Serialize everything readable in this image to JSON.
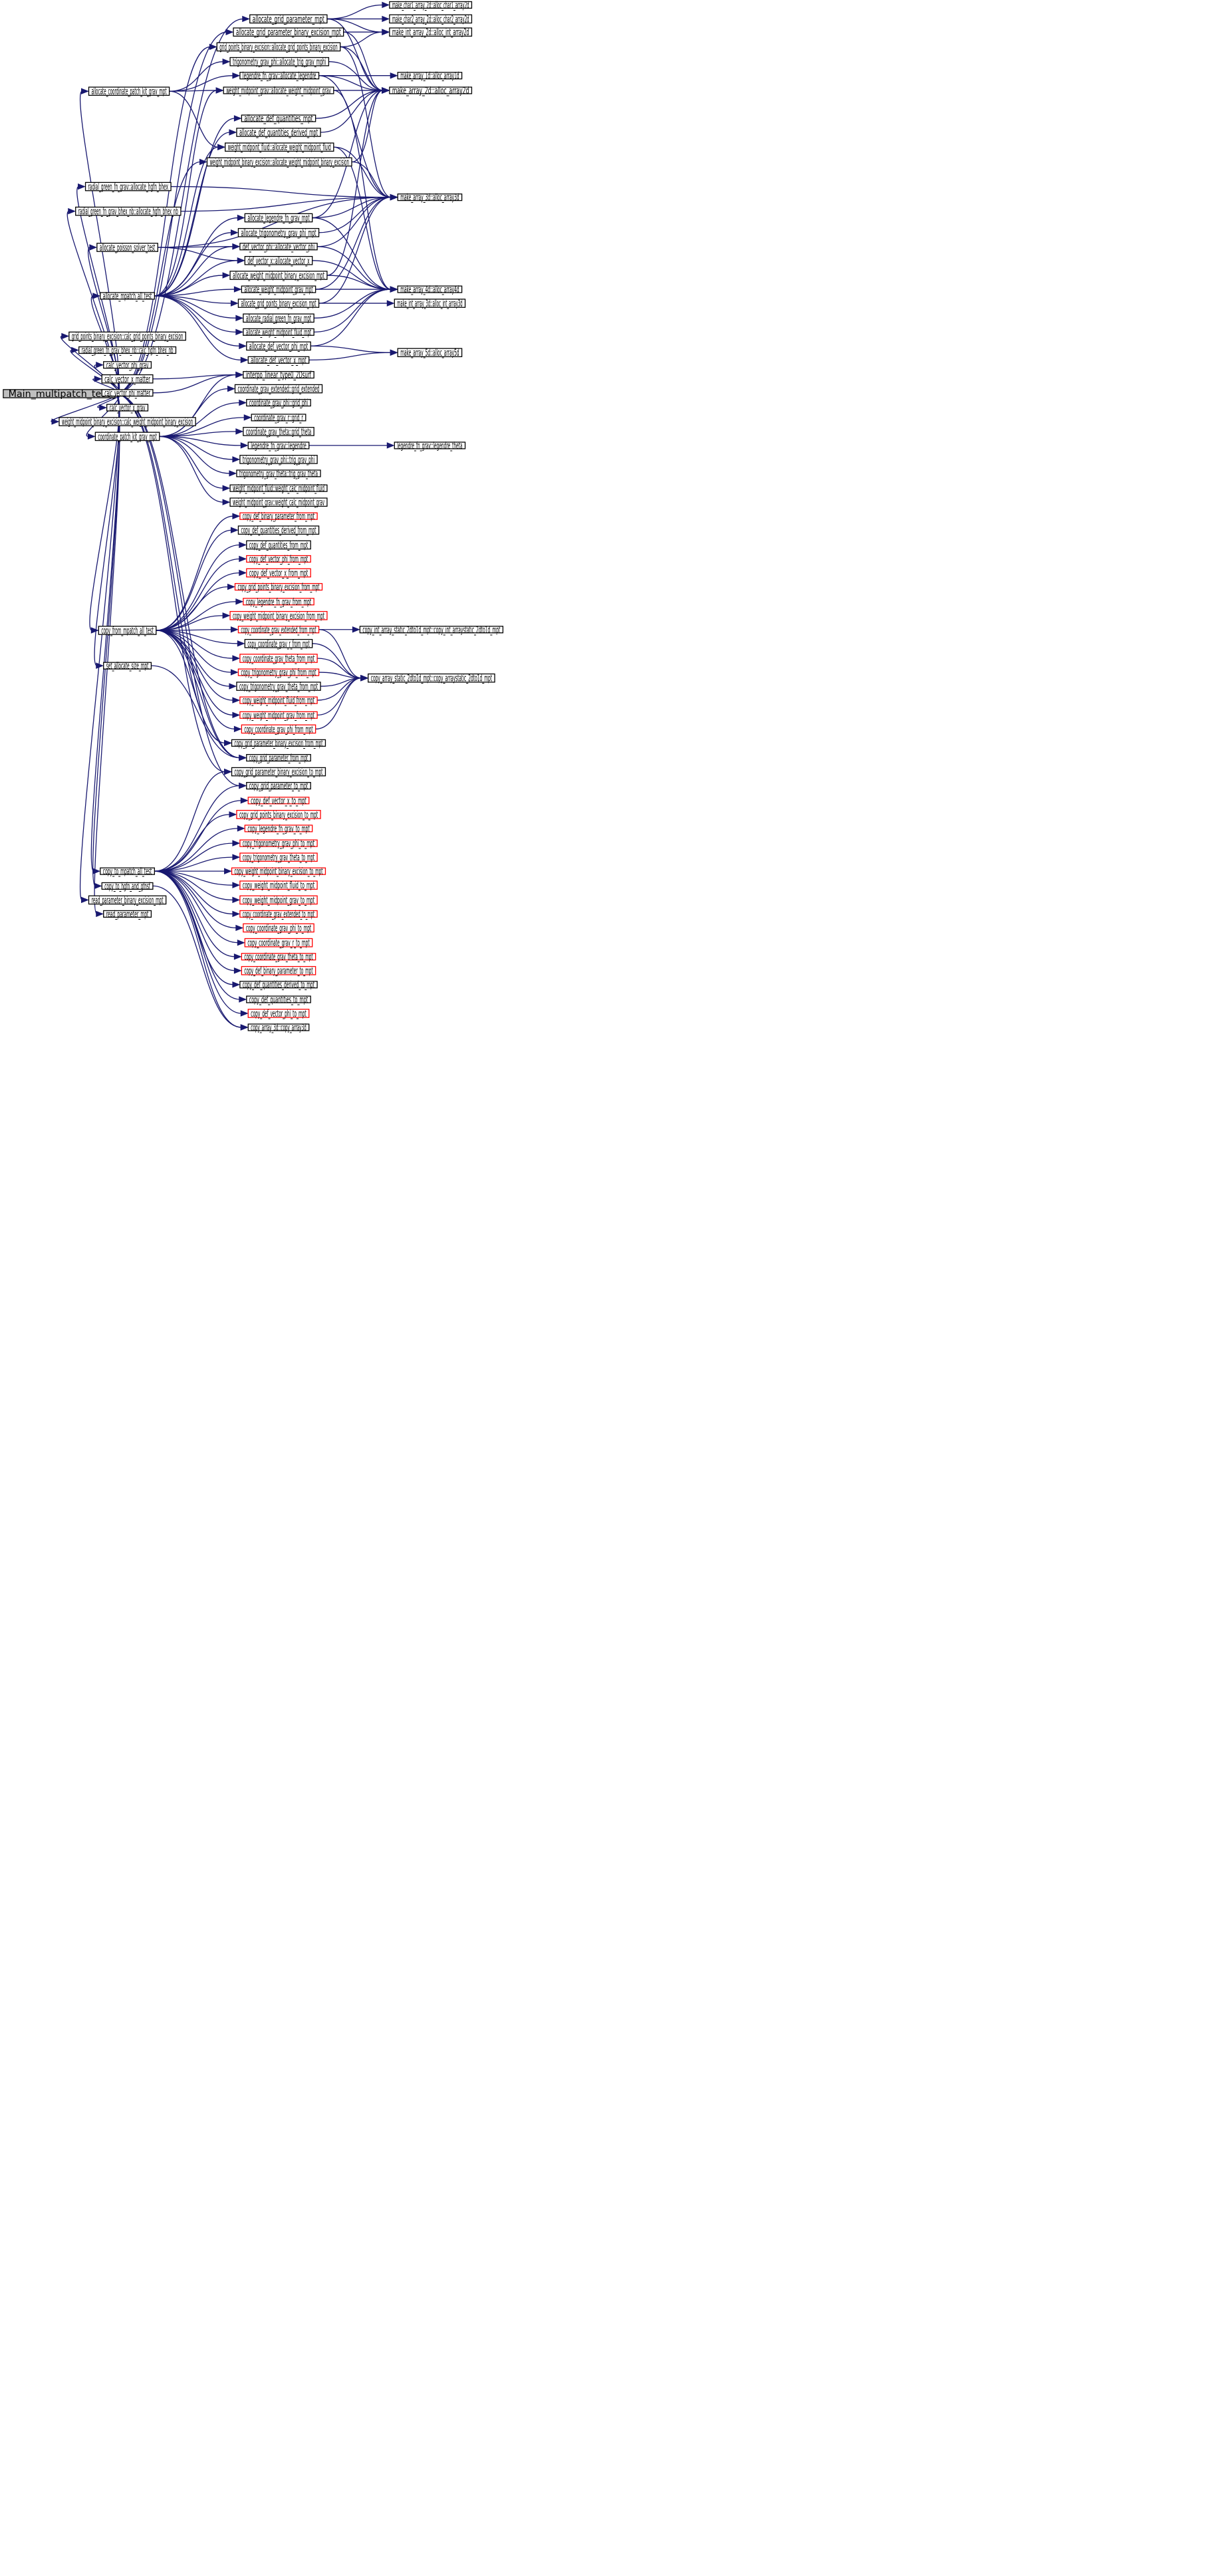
{
  "graph": {
    "title": "",
    "colors": {
      "edge": "#191970",
      "node_border": "#000000",
      "node_border_truncated": "#ff0000",
      "root_fill": "#bfbfbf",
      "node_fill": "#ffffff",
      "background": "#ffffff"
    },
    "root": "n0",
    "nodes": [
      {
        "id": "n0",
        "label": "Main_multipatch_test",
        "style": "root",
        "clickable": false
      },
      {
        "id": "n1",
        "label": "allocate_coordinate_patch_kit_grav_mpt"
      },
      {
        "id": "n2",
        "label": "allocate_grid_parameter_mpt"
      },
      {
        "id": "n3",
        "label": "make_char1_array_2d::alloc_char1_array2d"
      },
      {
        "id": "n4",
        "label": "make_char2_array_2d::alloc_char2_array2d"
      },
      {
        "id": "n5",
        "label": "make_int_array_2d::alloc_int_array2d"
      },
      {
        "id": "n6",
        "label": "make_array_2d::alloc_array2d"
      },
      {
        "id": "n7",
        "label": "allocate_grid_parameter_binary_excision_mpt"
      },
      {
        "id": "n8",
        "label": "grid_points_binary_excision::allocate_grid_points_binary_excision"
      },
      {
        "id": "n9",
        "label": "trigonometry_grav_phi::allocate_trig_grav_mphi"
      },
      {
        "id": "n10",
        "label": "legendre_fn_grav::allocate_legendre"
      },
      {
        "id": "n11",
        "label": "make_array_1d::alloc_array1d"
      },
      {
        "id": "n12",
        "label": "weight_midpoint_grav::allocate_weight_midpoint_grav"
      },
      {
        "id": "n13",
        "label": "allocate_def_quantities_mpt"
      },
      {
        "id": "n14",
        "label": "allocate_def_quantities_derived_mpt"
      },
      {
        "id": "n15",
        "label": "weight_midpoint_fluid::allocate_weight_midpoint_fluid"
      },
      {
        "id": "n16",
        "label": "weight_midpoint_binary_excision::allocate_weight_midpoint_binary_excision"
      },
      {
        "id": "n17",
        "label": "radial_green_fn_grav::allocate_hgfn_bhex"
      },
      {
        "id": "n18",
        "label": "make_array_3d::alloc_array3d"
      },
      {
        "id": "n19",
        "label": "radial_green_fn_grav_bhex_nb::allocate_hgfn_bhex_nb"
      },
      {
        "id": "n20",
        "label": "allocate_legendre_fn_grav_mpt"
      },
      {
        "id": "n21",
        "label": "allocate_trigonometry_grav_phi_mpt"
      },
      {
        "id": "n22",
        "label": "allocate_poisson_solver_test"
      },
      {
        "id": "n23",
        "label": "def_vector_phi::allocate_vector_phi"
      },
      {
        "id": "n24",
        "label": "def_vector_x::allocate_vector_x"
      },
      {
        "id": "n25",
        "label": "allocate_weight_midpoint_binary_excision_mpt"
      },
      {
        "id": "n26",
        "label": "allocate_mpatch_all_test"
      },
      {
        "id": "n27",
        "label": "allocate_weight_midpoint_grav_mpt"
      },
      {
        "id": "n28",
        "label": "make_array_4d::alloc_array4d"
      },
      {
        "id": "n29",
        "label": "allocate_grid_points_binary_excision_mpt"
      },
      {
        "id": "n30",
        "label": "make_int_array_3d::alloc_int_array3d"
      },
      {
        "id": "n31",
        "label": "allocate_radial_green_fn_grav_mpt"
      },
      {
        "id": "n32",
        "label": "allocate_weight_midpoint_fluid_mpt"
      },
      {
        "id": "n33",
        "label": "grid_points_binary_excision::calc_grid_points_binary_excision"
      },
      {
        "id": "n34",
        "label": "allocate_def_vector_phi_mpt"
      },
      {
        "id": "n35",
        "label": "radial_green_fn_grav_bhex_nb::calc_hgfn_bhex_nb"
      },
      {
        "id": "n36",
        "label": "make_array_5d::alloc_array5d"
      },
      {
        "id": "n37",
        "label": "allocate_def_vector_x_mpt"
      },
      {
        "id": "n38",
        "label": "calc_vector_phi_grav"
      },
      {
        "id": "n39",
        "label": "calc_vector_x_matter"
      },
      {
        "id": "n40",
        "label": "interpo_linear_type0_2Dsurf"
      },
      {
        "id": "n41",
        "label": "calc_vector_phi_matter"
      },
      {
        "id": "n42",
        "label": "coordinate_grav_extended::grid_extended"
      },
      {
        "id": "n43",
        "label": "calc_vector_x_grav"
      },
      {
        "id": "n44",
        "label": "coordinate_grav_phi::grid_phi"
      },
      {
        "id": "n45",
        "label": "weight_midpoint_binary_excision::calc_weight_midpoint_binary_excision"
      },
      {
        "id": "n46",
        "label": "coordinate_grav_r::grid_r"
      },
      {
        "id": "n47",
        "label": "coordinate_patch_kit_grav_mpt"
      },
      {
        "id": "n48",
        "label": "coordinate_grav_theta::grid_theta"
      },
      {
        "id": "n49",
        "label": "legendre_fn_grav::legendre"
      },
      {
        "id": "n50",
        "label": "legendre_fn_grav::legendre_theta"
      },
      {
        "id": "n51",
        "label": "trigonometry_grav_phi::trig_grav_phi"
      },
      {
        "id": "n52",
        "label": "trigonometry_grav_theta::trig_grav_theta"
      },
      {
        "id": "n53",
        "label": "weight_midpoint_fluid::weight_calc_midpoint_fluid"
      },
      {
        "id": "n54",
        "label": "weight_midpoint_grav::weight_calc_midpoint_grav"
      },
      {
        "id": "n55",
        "label": "copy_def_binary_parameter_from_mpt",
        "style": "red"
      },
      {
        "id": "n56",
        "label": "copy_def_quantities_derived_from_mpt"
      },
      {
        "id": "n57",
        "label": "copy_def_quantities_from_mpt"
      },
      {
        "id": "n58",
        "label": "copy_def_vector_phi_from_mpt",
        "style": "red"
      },
      {
        "id": "n59",
        "label": "copy_def_vector_x_from_mpt",
        "style": "red"
      },
      {
        "id": "n60",
        "label": "copy_grid_points_binary_excision_from_mpt",
        "style": "red"
      },
      {
        "id": "n61",
        "label": "copy_legendre_fn_grav_from_mpt",
        "style": "red"
      },
      {
        "id": "n62",
        "label": "copy_weight_midpoint_binary_excision_from_mpt",
        "style": "red"
      },
      {
        "id": "n63",
        "label": "copy_from_mpatch_all_test"
      },
      {
        "id": "n64",
        "label": "copy_coordinate_grav_extended_from_mpt",
        "style": "red"
      },
      {
        "id": "n65",
        "label": "copy_int_array_static_2dto1d_mpt::copy_int_arraystatic_2dto1d_mpt"
      },
      {
        "id": "n66",
        "label": "copy_coordinate_grav_r_from_mpt"
      },
      {
        "id": "n67",
        "label": "copy_coordinate_grav_theta_from_mpt",
        "style": "red"
      },
      {
        "id": "n68",
        "label": "set_allocate_size_mpt"
      },
      {
        "id": "n69",
        "label": "copy_trigonometry_grav_phi_from_mpt",
        "style": "red"
      },
      {
        "id": "n70",
        "label": "copy_array_static_2dto1d_mpt::copy_arraystatic_2dto1d_mpt"
      },
      {
        "id": "n71",
        "label": "copy_trigonometry_grav_theta_from_mpt"
      },
      {
        "id": "n72",
        "label": "copy_weight_midpoint_fluid_from_mpt",
        "style": "red"
      },
      {
        "id": "n73",
        "label": "copy_weight_midpoint_grav_from_mpt",
        "style": "red"
      },
      {
        "id": "n74",
        "label": "copy_coordinate_grav_phi_from_mpt",
        "style": "red"
      },
      {
        "id": "n75",
        "label": "copy_grid_parameter_binary_excision_from_mpt"
      },
      {
        "id": "n76",
        "label": "copy_grid_parameter_from_mpt"
      },
      {
        "id": "n77",
        "label": "copy_grid_parameter_binary_excision_to_mpt"
      },
      {
        "id": "n78",
        "label": "copy_grid_parameter_to_mpt"
      },
      {
        "id": "n79",
        "label": "copy_def_vector_x_to_mpt",
        "style": "red"
      },
      {
        "id": "n80",
        "label": "copy_grid_points_binary_excision_to_mpt",
        "style": "red"
      },
      {
        "id": "n81",
        "label": "copy_legendre_fn_grav_to_mpt",
        "style": "red"
      },
      {
        "id": "n82",
        "label": "copy_trigonometry_grav_phi_to_mpt",
        "style": "red"
      },
      {
        "id": "n83",
        "label": "copy_trigonometry_grav_theta_to_mpt",
        "style": "red"
      },
      {
        "id": "n84",
        "label": "copy_to_mpatch_all_test"
      },
      {
        "id": "n85",
        "label": "copy_weight_midpoint_binary_excision_to_mpt",
        "style": "red"
      },
      {
        "id": "n86",
        "label": "copy_to_hgfn_and_gfnsf"
      },
      {
        "id": "n87",
        "label": "copy_weight_midpoint_fluid_to_mpt",
        "style": "red"
      },
      {
        "id": "n88",
        "label": "read_parameter_binary_excision_mpt"
      },
      {
        "id": "n89",
        "label": "copy_weight_midpoint_grav_to_mpt",
        "style": "red"
      },
      {
        "id": "n90",
        "label": "read_parameter_mpt"
      },
      {
        "id": "n91",
        "label": "copy_coordinate_grav_extended_to_mpt",
        "style": "red"
      },
      {
        "id": "n92",
        "label": "copy_coordinate_grav_phi_to_mpt",
        "style": "red"
      },
      {
        "id": "n93",
        "label": "copy_coordinate_grav_r_to_mpt",
        "style": "red"
      },
      {
        "id": "n94",
        "label": "copy_coordinate_grav_theta_to_mpt",
        "style": "red"
      },
      {
        "id": "n95",
        "label": "copy_def_binary_parameter_to_mpt",
        "style": "red"
      },
      {
        "id": "n96",
        "label": "copy_def_quantities_derived_to_mpt"
      },
      {
        "id": "n97",
        "label": "copy_def_quantities_to_mpt"
      },
      {
        "id": "n98",
        "label": "copy_def_vector_phi_to_mpt",
        "style": "red"
      },
      {
        "id": "n99",
        "label": "copy_array_3d::copy_array3d"
      }
    ],
    "edges": [
      [
        "n0",
        "n1"
      ],
      [
        "n0",
        "n2"
      ],
      [
        "n0",
        "n7"
      ],
      [
        "n0",
        "n8"
      ],
      [
        "n0",
        "n16"
      ],
      [
        "n0",
        "n17"
      ],
      [
        "n0",
        "n19"
      ],
      [
        "n0",
        "n22"
      ],
      [
        "n0",
        "n26"
      ],
      [
        "n0",
        "n33"
      ],
      [
        "n0",
        "n35"
      ],
      [
        "n0",
        "n38"
      ],
      [
        "n0",
        "n39"
      ],
      [
        "n0",
        "n41"
      ],
      [
        "n0",
        "n43"
      ],
      [
        "n0",
        "n45"
      ],
      [
        "n0",
        "n47"
      ],
      [
        "n0",
        "n63"
      ],
      [
        "n0",
        "n68"
      ],
      [
        "n0",
        "n84"
      ],
      [
        "n0",
        "n86"
      ],
      [
        "n0",
        "n88"
      ],
      [
        "n0",
        "n90"
      ],
      [
        "n0",
        "n76"
      ],
      [
        "n0",
        "n75"
      ],
      [
        "n0",
        "n77"
      ],
      [
        "n0",
        "n78"
      ],
      [
        "n1",
        "n9"
      ],
      [
        "n1",
        "n10"
      ],
      [
        "n1",
        "n12"
      ],
      [
        "n1",
        "n15"
      ],
      [
        "n2",
        "n3"
      ],
      [
        "n2",
        "n4"
      ],
      [
        "n2",
        "n5"
      ],
      [
        "n2",
        "n6"
      ],
      [
        "n7",
        "n5"
      ],
      [
        "n7",
        "n6"
      ],
      [
        "n8",
        "n5"
      ],
      [
        "n8",
        "n6"
      ],
      [
        "n8",
        "n18"
      ],
      [
        "n9",
        "n6"
      ],
      [
        "n10",
        "n11"
      ],
      [
        "n10",
        "n6"
      ],
      [
        "n10",
        "n18"
      ],
      [
        "n12",
        "n6"
      ],
      [
        "n12",
        "n28"
      ],
      [
        "n13",
        "n6"
      ],
      [
        "n14",
        "n6"
      ],
      [
        "n15",
        "n18"
      ],
      [
        "n15",
        "n28"
      ],
      [
        "n16",
        "n6"
      ],
      [
        "n16",
        "n18"
      ],
      [
        "n17",
        "n18"
      ],
      [
        "n19",
        "n18"
      ],
      [
        "n20",
        "n6"
      ],
      [
        "n20",
        "n18"
      ],
      [
        "n20",
        "n28"
      ],
      [
        "n21",
        "n18"
      ],
      [
        "n22",
        "n23"
      ],
      [
        "n22",
        "n24"
      ],
      [
        "n22",
        "n18"
      ],
      [
        "n23",
        "n28"
      ],
      [
        "n23",
        "n18"
      ],
      [
        "n24",
        "n28"
      ],
      [
        "n25",
        "n6"
      ],
      [
        "n25",
        "n28"
      ],
      [
        "n26",
        "n12"
      ],
      [
        "n26",
        "n13"
      ],
      [
        "n26",
        "n14"
      ],
      [
        "n26",
        "n15"
      ],
      [
        "n26",
        "n20"
      ],
      [
        "n26",
        "n21"
      ],
      [
        "n26",
        "n23"
      ],
      [
        "n26",
        "n24"
      ],
      [
        "n26",
        "n25"
      ],
      [
        "n26",
        "n27"
      ],
      [
        "n26",
        "n29"
      ],
      [
        "n26",
        "n31"
      ],
      [
        "n26",
        "n32"
      ],
      [
        "n26",
        "n34"
      ],
      [
        "n26",
        "n37"
      ],
      [
        "n27",
        "n28"
      ],
      [
        "n27",
        "n18"
      ],
      [
        "n29",
        "n30"
      ],
      [
        "n29",
        "n18"
      ],
      [
        "n31",
        "n28"
      ],
      [
        "n32",
        "n28"
      ],
      [
        "n34",
        "n28"
      ],
      [
        "n34",
        "n36"
      ],
      [
        "n37",
        "n36"
      ],
      [
        "n39",
        "n40"
      ],
      [
        "n41",
        "n40"
      ],
      [
        "n47",
        "n42"
      ],
      [
        "n47",
        "n44"
      ],
      [
        "n47",
        "n46"
      ],
      [
        "n47",
        "n48"
      ],
      [
        "n47",
        "n49"
      ],
      [
        "n47",
        "n51"
      ],
      [
        "n47",
        "n52"
      ],
      [
        "n47",
        "n53"
      ],
      [
        "n47",
        "n54"
      ],
      [
        "n47",
        "n40"
      ],
      [
        "n49",
        "n50"
      ],
      [
        "n63",
        "n55"
      ],
      [
        "n63",
        "n56"
      ],
      [
        "n63",
        "n57"
      ],
      [
        "n63",
        "n58"
      ],
      [
        "n63",
        "n59"
      ],
      [
        "n63",
        "n60"
      ],
      [
        "n63",
        "n61"
      ],
      [
        "n63",
        "n62"
      ],
      [
        "n63",
        "n64"
      ],
      [
        "n63",
        "n66"
      ],
      [
        "n63",
        "n67"
      ],
      [
        "n63",
        "n69"
      ],
      [
        "n63",
        "n71"
      ],
      [
        "n63",
        "n72"
      ],
      [
        "n63",
        "n73"
      ],
      [
        "n63",
        "n74"
      ],
      [
        "n63",
        "n75"
      ],
      [
        "n63",
        "n76"
      ],
      [
        "n64",
        "n65"
      ],
      [
        "n64",
        "n70"
      ],
      [
        "n66",
        "n70"
      ],
      [
        "n67",
        "n70"
      ],
      [
        "n69",
        "n70"
      ],
      [
        "n71",
        "n70"
      ],
      [
        "n72",
        "n70"
      ],
      [
        "n73",
        "n70"
      ],
      [
        "n74",
        "n70"
      ],
      [
        "n68",
        "n76"
      ],
      [
        "n84",
        "n77"
      ],
      [
        "n84",
        "n78"
      ],
      [
        "n84",
        "n79"
      ],
      [
        "n84",
        "n80"
      ],
      [
        "n84",
        "n81"
      ],
      [
        "n84",
        "n82"
      ],
      [
        "n84",
        "n83"
      ],
      [
        "n84",
        "n85"
      ],
      [
        "n84",
        "n87"
      ],
      [
        "n84",
        "n89"
      ],
      [
        "n84",
        "n91"
      ],
      [
        "n84",
        "n92"
      ],
      [
        "n84",
        "n93"
      ],
      [
        "n84",
        "n94"
      ],
      [
        "n84",
        "n95"
      ],
      [
        "n84",
        "n96"
      ],
      [
        "n84",
        "n97"
      ],
      [
        "n84",
        "n98"
      ],
      [
        "n84",
        "n99"
      ],
      [
        "n86",
        "n99"
      ]
    ]
  }
}
